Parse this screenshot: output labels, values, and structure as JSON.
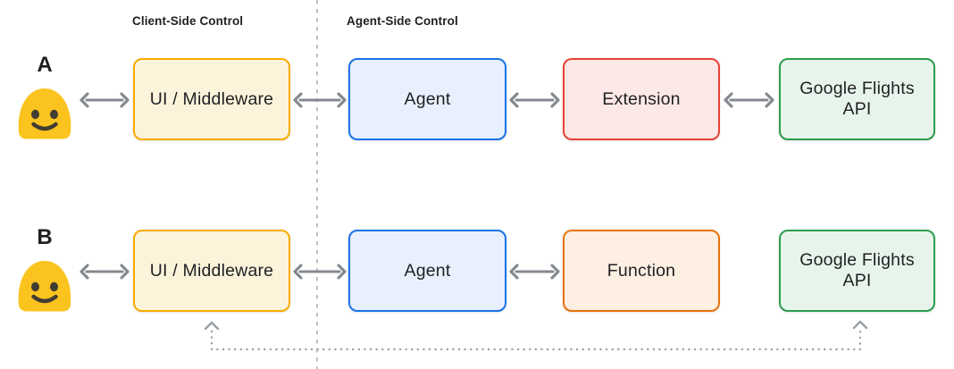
{
  "diagram": {
    "section_labels": {
      "client": "Client-Side Control",
      "agent": "Agent-Side Control"
    },
    "rows": {
      "a": {
        "actor": "A",
        "nodes": {
          "ui": "UI / Middleware",
          "agent": "Agent",
          "tool": "Extension",
          "api": "Google Flights API"
        }
      },
      "b": {
        "actor": "B",
        "nodes": {
          "ui": "UI / Middleware",
          "agent": "Agent",
          "tool": "Function",
          "api": "Google Flights API"
        }
      }
    },
    "colors": {
      "ui_border": "#F9AB00",
      "ui_fill": "#FCF3DB",
      "agent_border": "#1A73E8",
      "agent_fill": "#E8F0FE",
      "extension_border": "#E94235",
      "extension_fill": "#FCE8E6",
      "function_border": "#E8710A",
      "function_fill": "#FDEFE2",
      "api_border": "#2D9C4E",
      "api_fill": "#E7F4EB",
      "arrow_gray": "#84898F",
      "dotted_path_gray": "#9AA0A6",
      "divider_gray": "#B5B8BB",
      "emoji_yellow": "#FBC31E",
      "text": "#202124"
    }
  }
}
